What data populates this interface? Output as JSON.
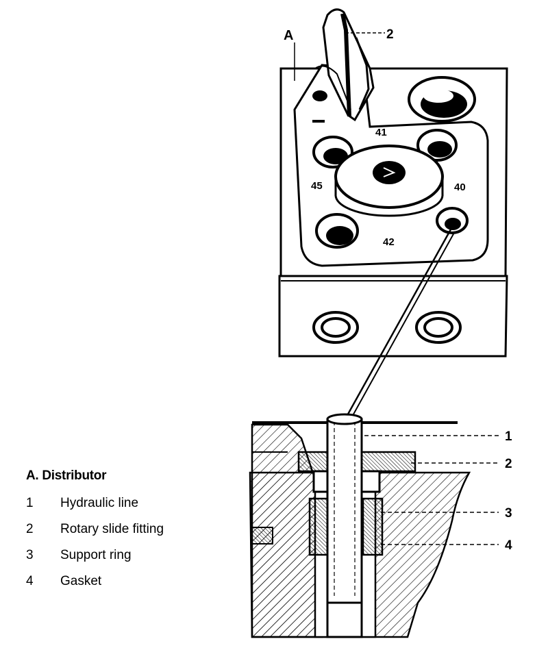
{
  "figure": {
    "top_label": "A",
    "callout_top": "2",
    "face_marks": [
      "41",
      "45",
      "40",
      "42"
    ],
    "section_callouts": [
      "1",
      "2",
      "3",
      "4"
    ]
  },
  "legend": {
    "title": "A. Distributor",
    "items": [
      {
        "num": "1",
        "text": "Hydraulic line"
      },
      {
        "num": "2",
        "text": "Rotary slide fitting"
      },
      {
        "num": "3",
        "text": "Support ring"
      },
      {
        "num": "4",
        "text": "Gasket"
      }
    ]
  }
}
